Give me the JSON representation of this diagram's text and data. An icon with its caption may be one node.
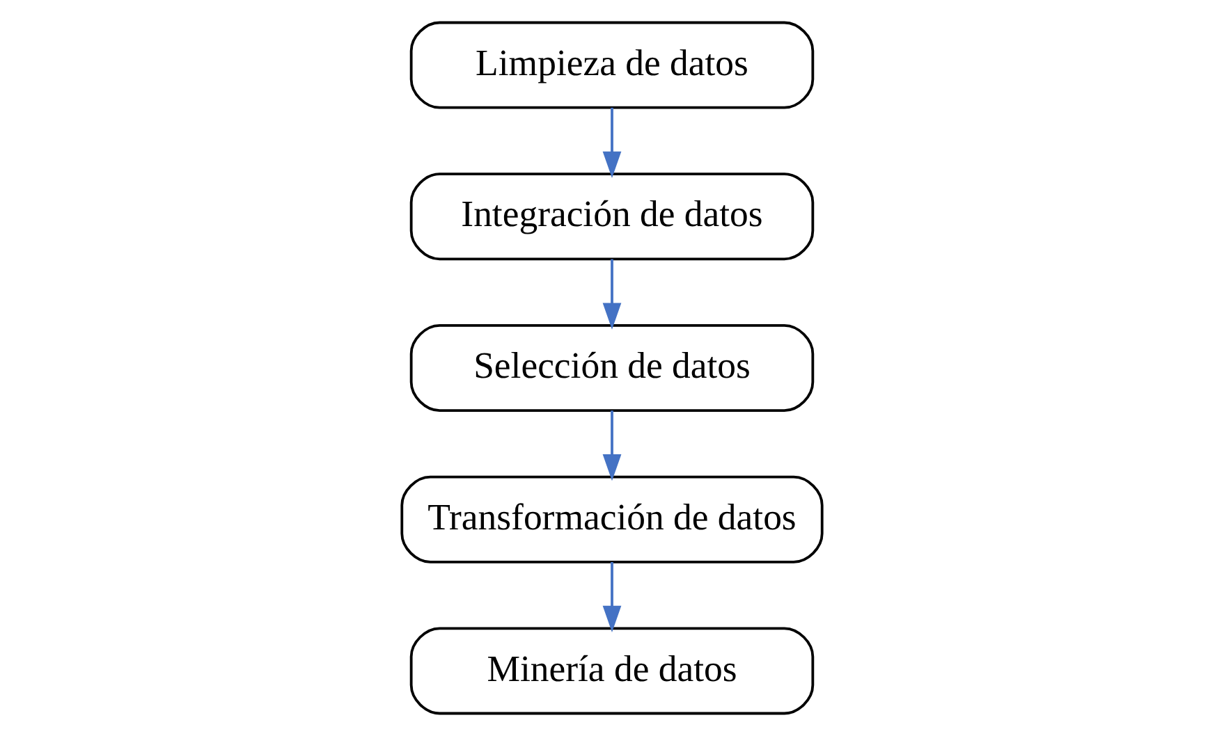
{
  "diagram": {
    "nodes": [
      {
        "text": [
          "Limpieza de datos"
        ]
      },
      {
        "text": [
          "Integración de datos"
        ]
      },
      {
        "text": [
          "Selección de datos"
        ]
      },
      {
        "text": [
          "Transformación de datos"
        ]
      },
      {
        "text": [
          "Minería de datos"
        ]
      }
    ],
    "edges": [
      {
        "from": 0,
        "to": 1,
        "arrow": "to"
      },
      {
        "from": 1,
        "to": 2,
        "arrow": "to"
      },
      {
        "from": 2,
        "to": 3,
        "arrow": "to"
      },
      {
        "from": 3,
        "to": 4,
        "arrow": "to"
      }
    ]
  }
}
